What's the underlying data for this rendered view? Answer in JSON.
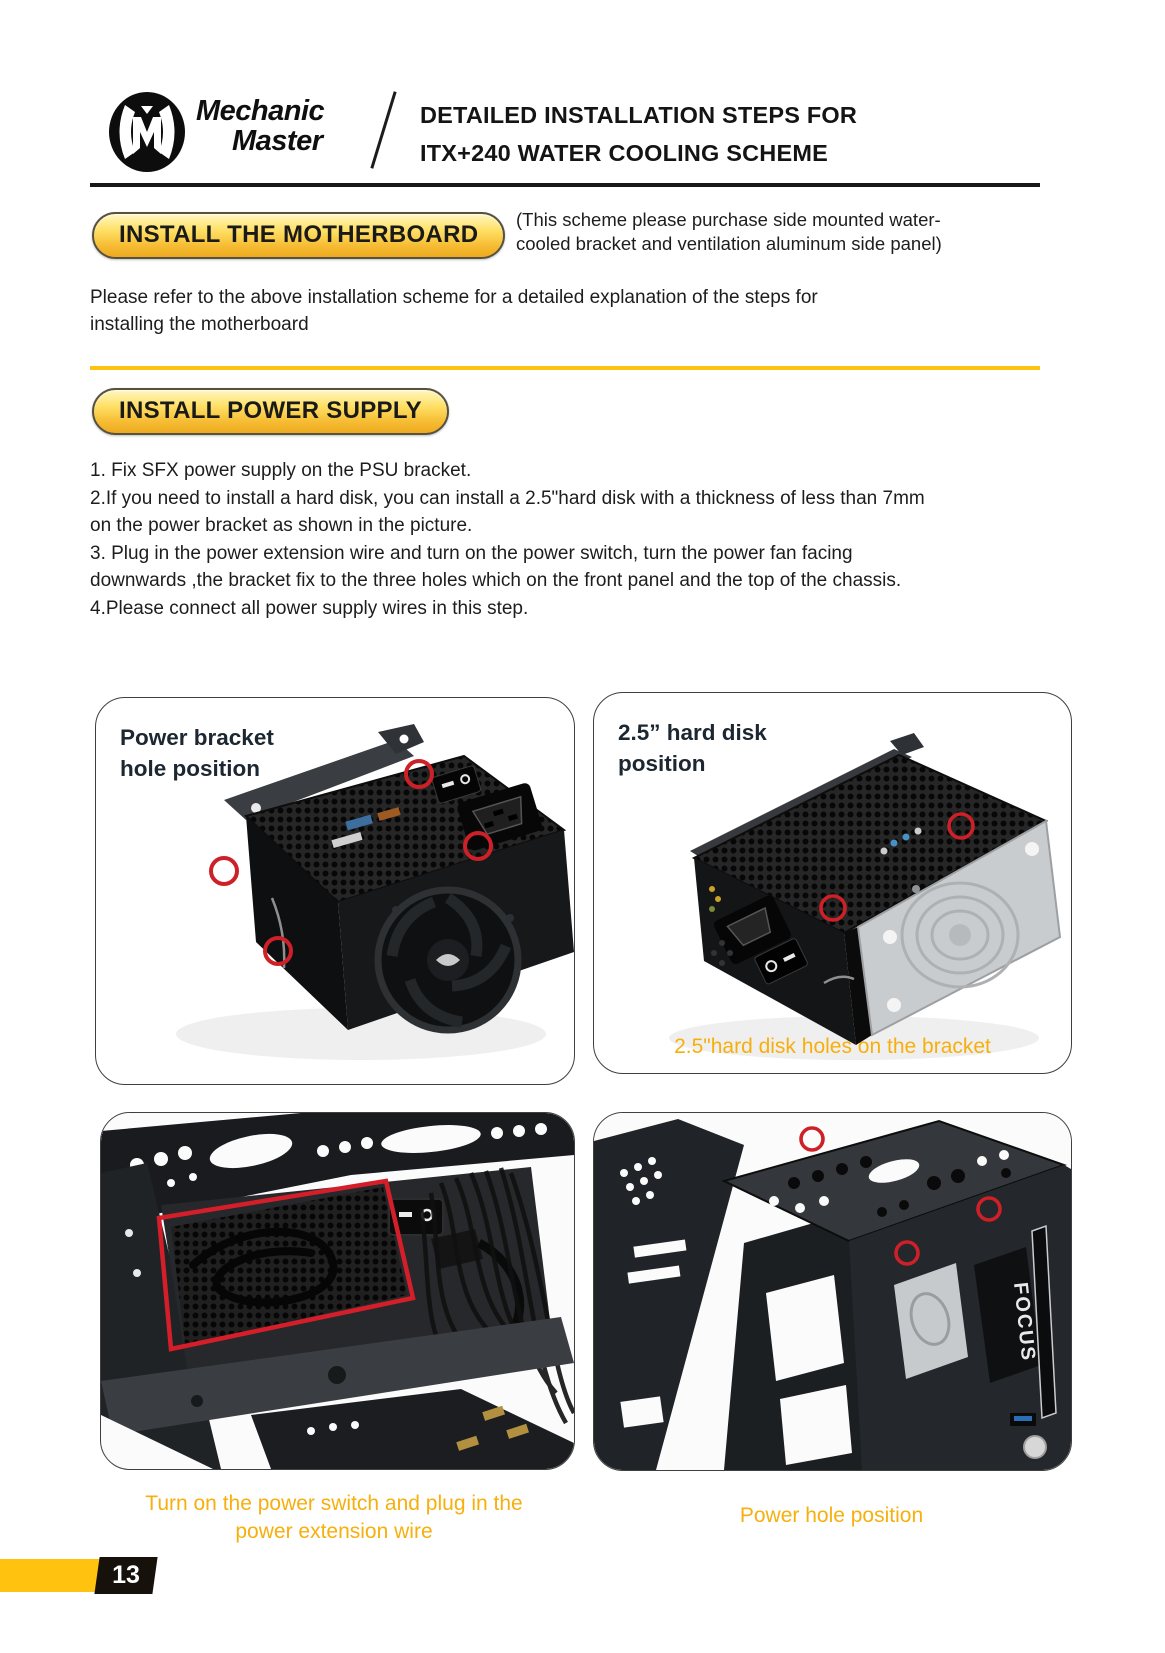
{
  "header": {
    "brand_line1": "Mechanic",
    "brand_line2": "Master",
    "title_line1": "DETAILED INSTALLATION STEPS FOR",
    "title_line2": "ITX+240 WATER COOLING SCHEME"
  },
  "motherboard_section": {
    "heading": "INSTALL THE MOTHERBOARD",
    "note": "(This scheme please purchase side mounted water-\ncooled bracket and ventilation aluminum side panel)",
    "body": "Please refer to the above installation scheme for a detailed explanation of the steps for\ninstalling the motherboard"
  },
  "psu_section": {
    "heading": "INSTALL POWER SUPPLY",
    "steps": [
      "1. Fix SFX power supply on the PSU bracket.",
      "2.If you need to install a hard disk, you can install a 2.5\"hard disk with a thickness of less than 7mm\non the power bracket as shown in the picture.",
      "3. Plug in the power extension wire and turn on the power switch, turn the power fan facing\ndownwards ,the bracket fix to the three holes which on the front panel and the top of the chassis.",
      "4.Please connect all power supply wires in this step."
    ]
  },
  "figures": {
    "fig1": {
      "label": "Power bracket\nhole position"
    },
    "fig2": {
      "label": "2.5” hard disk\nposition",
      "caption": "2.5\"hard disk holes on the bracket"
    },
    "fig3": {
      "caption": "Turn on the power switch and plug in the\npower extension wire"
    },
    "fig4": {
      "caption": "Power hole position"
    }
  },
  "footer": {
    "page_number": "13"
  },
  "colors": {
    "accent_yellow": "#F7AF0E",
    "divider_yellow": "#FFC20E",
    "marker_red": "#CE2027",
    "pill_gold": "#F6BC33"
  }
}
